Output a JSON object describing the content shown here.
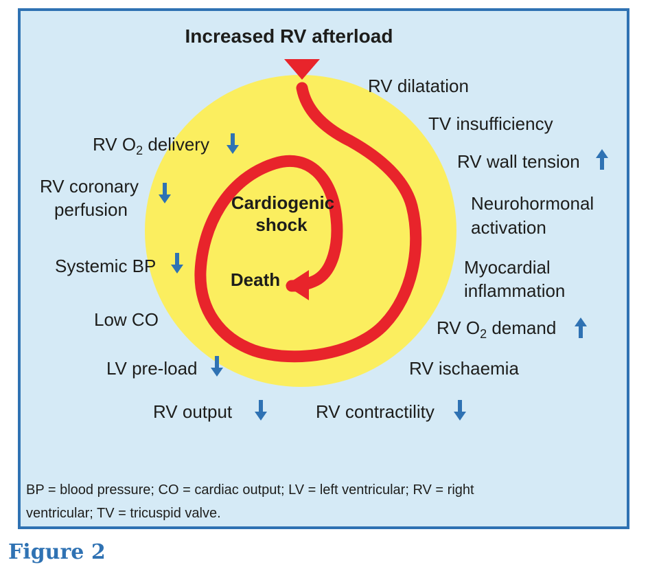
{
  "title": "Increased RV afterload",
  "center": {
    "top_line1": "Cardiogenic",
    "top_line2": "shock",
    "bottom": "Death"
  },
  "colors": {
    "border": "#2f72b3",
    "background": "#d5eaf6",
    "circle": "#fbee5f",
    "spiral": "#e8242b",
    "arrow": "#2f72b3"
  },
  "labels": {
    "rv_dilatation": "RV dilatation",
    "tv_insufficiency": "TV insufficiency",
    "rv_wall_tension": "RV wall tension",
    "neurohormonal_1": "Neurohormonal",
    "neurohormonal_2": "activation",
    "myocardial_1": "Myocardial",
    "myocardial_2": "inflammation",
    "rv_o2_demand_a": "RV O",
    "rv_o2_demand_sub": "2",
    "rv_o2_demand_b": " demand",
    "rv_ischaemia": "RV ischaemia",
    "rv_contractility": "RV contractility",
    "rv_output": "RV output",
    "lv_preload": "LV pre-load",
    "low_co": "Low CO",
    "systemic_bp": "Systemic BP",
    "rv_coronary_1": "RV coronary",
    "rv_coronary_2": "perfusion",
    "rv_o2_delivery_a": "RV O",
    "rv_o2_delivery_sub": "2",
    "rv_o2_delivery_b": " delivery"
  },
  "indicators": {
    "rv_wall_tension": "up",
    "rv_o2_demand": "up",
    "rv_contractility": "down",
    "rv_output": "down",
    "lv_preload": "down",
    "systemic_bp": "down",
    "rv_coronary_perfusion": "down",
    "rv_o2_delivery": "down"
  },
  "footnote": {
    "line1": "BP = blood pressure; CO = cardiac output; LV = left ventricular; RV = right",
    "line2": "ventricular; TV = tricuspid valve."
  },
  "caption": "Figure 2"
}
